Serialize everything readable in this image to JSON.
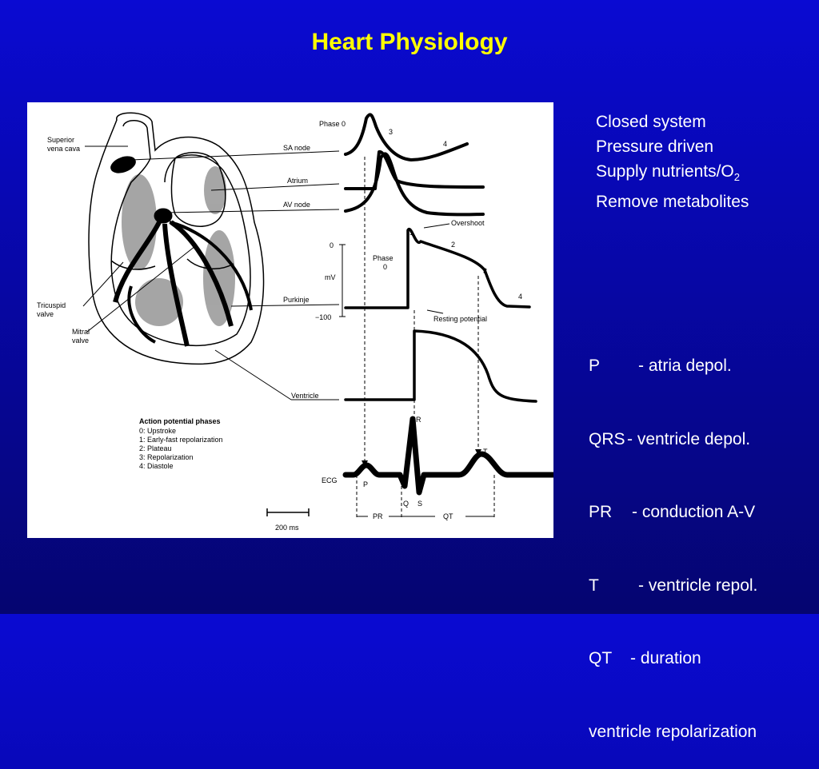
{
  "title": "Heart Physiology",
  "summary": {
    "line1": "Closed system",
    "line2": "Pressure driven",
    "line3_prefix": "Supply nutrients/O",
    "line3_sub": "2",
    "line4": "Remove metabolites"
  },
  "ecg_legend": [
    {
      "abbr": "P",
      "desc": "- atria depol."
    },
    {
      "abbr": "QRS",
      "desc": "- ventricle depol."
    },
    {
      "abbr": "PR",
      "desc": "- conduction A-V"
    },
    {
      "abbr": "T",
      "desc": "- ventricle repol."
    },
    {
      "abbr": "QT",
      "desc": "- duration"
    },
    {
      "abbr": "",
      "desc": "ventricle repolarization"
    }
  ],
  "figure": {
    "heart_labels": {
      "superior": "Superior",
      "vena_cava": "vena cava",
      "tricuspid": "Tricuspid",
      "valve1": "valve",
      "mitral": "Mitral",
      "valve2": "valve"
    },
    "trace_labels": {
      "sa_node": "SA node",
      "atrium": "Atrium",
      "av_node": "AV node",
      "purkinje": "Purkinje",
      "ventricle": "Ventricle",
      "ecg": "ECG"
    },
    "phase_labels": {
      "phase0_top": "Phase 0",
      "phase_word": "Phase",
      "phase_zero": "0",
      "three_top": "3",
      "four_top": "4",
      "overshoot": "Overshoot",
      "one": "1",
      "two": "2",
      "three": "3",
      "four": "4",
      "resting": "Resting potential"
    },
    "axis": {
      "zero": "0",
      "mv": "mV",
      "minus100": "−100"
    },
    "ecg_labels": {
      "p": "P",
      "q": "Q",
      "r": "R",
      "s": "S",
      "t": "T",
      "pr": "PR",
      "qt": "QT"
    },
    "phases_box": {
      "heading": "Action potential phases",
      "items": [
        "0:  Upstroke",
        "1:  Early-fast repolarization",
        "2:  Plateau",
        "3:  Repolarization",
        "4:  Diastole"
      ]
    },
    "scale": "200 ms"
  },
  "colors": {
    "title": "#ffff00",
    "text": "#ffffff",
    "background": "#0707a6"
  }
}
